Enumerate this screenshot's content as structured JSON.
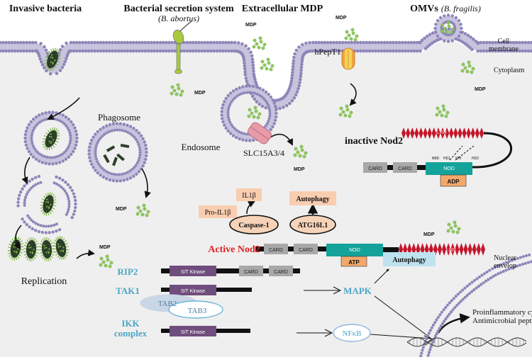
{
  "headers": {
    "invasive_bacteria": "Invasive bacteria",
    "secretion_system": "Bacterial secretion system",
    "secretion_species": "(B. abortus)",
    "extracellular_mdp": "Extracellular MDP",
    "omvs": "OMVs",
    "omvs_species": "(B. fragilis)"
  },
  "membrane": {
    "cell_membrane": "Cell\nmembrane",
    "cytoplasm": "Cytoplasm"
  },
  "labels": {
    "mdp": "MDP",
    "phagosome": "Phagosome",
    "endosome": "Endosome",
    "slc15a": "SLC15A3/4",
    "hpept1": "hPepT1",
    "replication": "Replication",
    "nuclear_envelop": "Nuclear\nenvelop",
    "proinflammatory": "Proinflammatory cytokines",
    "antimicrobial": "Antimicrobial peptides"
  },
  "nod2_inactive": {
    "title": "inactive Nod2",
    "card1": "CARD",
    "card2": "CARD",
    "nod": "NOD",
    "adp": "ADP",
    "lrr": "LRR",
    "subdomains": [
      "NBD",
      "HD1",
      "WH",
      "HD2"
    ]
  },
  "nod2_active": {
    "title": "Active Nod2",
    "card1": "CARD",
    "card2": "CARD",
    "nod": "NOD",
    "atp": "ATP",
    "lrr": "LRR"
  },
  "effectors": {
    "il1b": "IL1β",
    "pro_il1b": "Pro-IL1β",
    "caspase1": "Caspase-1",
    "autophagy_top": "Autophagy",
    "atg16l1": "ATG16L1",
    "autophagy_mapk": "Autophagy"
  },
  "signaling": {
    "rip2": "RIP2",
    "rip2_kinase": "S/T Kinase",
    "rip2_card1": "CARD",
    "rip2_card2": "CARD",
    "tak1": "TAK1",
    "tak1_kinase": "S/T Kinase",
    "tab2": "TAB2",
    "tab3": "TAB3",
    "ikk": "IKK\ncomplex",
    "ikk_kinase": "S/T Kinase",
    "mapk": "MAPK",
    "nfkb": "NFκB"
  },
  "colors": {
    "lipid_head": "#8e86b8",
    "membrane_tail": "#c9c4de",
    "cytoplasm_bg": "#efefef",
    "bacterium_fill": "#2c3e2a",
    "bacterium_spike": "#7fb640",
    "mdp_dot": "#8fca5c",
    "lrr_red": "#c4162a",
    "nod_teal": "#14a39a",
    "card_gray": "#a8a8a8",
    "kinase_purple": "#6f4d7c",
    "adp_orange": "#f3a86b",
    "effector_peach": "#f9cdb0",
    "caspase_peach": "#f6d3b8",
    "autophagy_blue": "#bfe2ef",
    "signal_blue": "#4ba6c8",
    "active_red": "#e01f1f",
    "hpept1_orange": "#f2a33a",
    "hpept1_yellow": "#f6d35a",
    "slc_pink": "#e79aa7",
    "secretion_green": "#a9c93e"
  }
}
